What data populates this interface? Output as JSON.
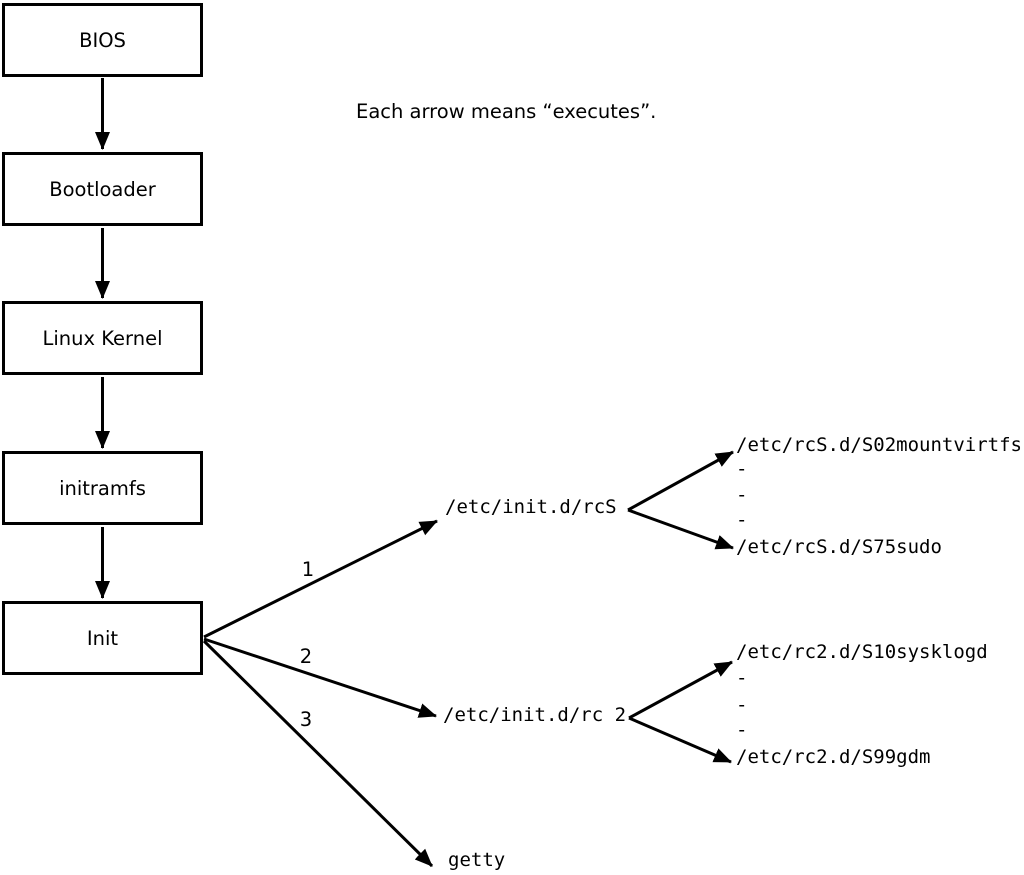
{
  "caption": "Each arrow means “executes”.",
  "boxes": {
    "bios": "BIOS",
    "bootloader": "Bootloader",
    "kernel": "Linux Kernel",
    "initramfs": "initramfs",
    "init": "Init"
  },
  "branch_labels": {
    "b1": "1",
    "b2": "2",
    "b3": "3"
  },
  "scripts": {
    "rcS": "/etc/init.d/rcS",
    "rc2": "/etc/init.d/rc 2",
    "getty": "getty"
  },
  "rcS_items": [
    "/etc/rcS.d/S02mountvirtfs",
    "-",
    "-",
    "-",
    "/etc/rcS.d/S75sudo"
  ],
  "rc2_items": [
    "/etc/rc2.d/S10sysklogd",
    "-",
    "-",
    "-",
    "/etc/rc2.d/S99gdm"
  ],
  "colors": {
    "ink": "#000000",
    "background": "#ffffff"
  }
}
